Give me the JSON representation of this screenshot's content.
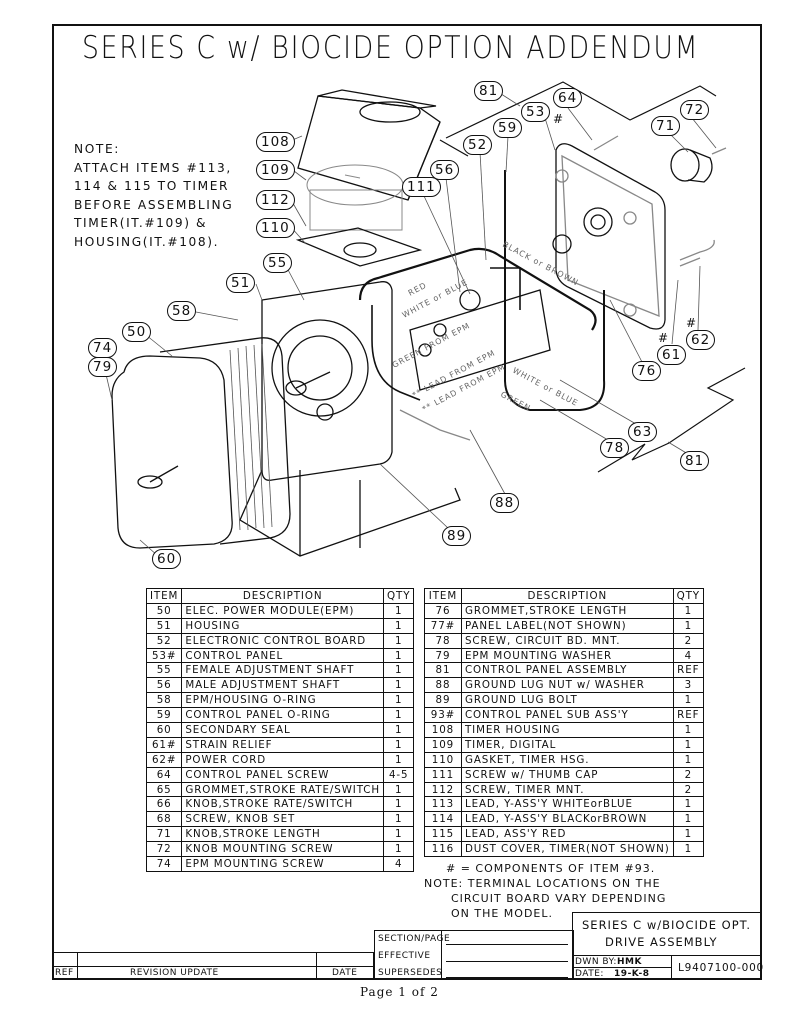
{
  "title": "SERIES C w/ BIOCIDE OPTION ADDENDUM",
  "note": {
    "lines": [
      "NOTE:",
      "ATTACH ITEMS #113,",
      "114 & 115 TO TIMER",
      "BEFORE ASSEMBLING",
      "TIMER(IT.#109) &",
      "HOUSING(IT.#108)."
    ]
  },
  "diagram": {
    "callouts": [
      "108",
      "109",
      "112",
      "110",
      "55",
      "51",
      "58",
      "50",
      "74",
      "79",
      "60",
      "81",
      "64",
      "53",
      "59",
      "52",
      "56",
      "111",
      "72",
      "71",
      "61",
      "62",
      "76",
      "63",
      "78",
      "81",
      "88",
      "89"
    ],
    "component_mark": "#",
    "wire_labels": [
      "RED",
      "WHITE or BLUE",
      "BLACK or BROWN",
      "GREEN FROM EPM",
      "** LEAD FROM EPM",
      "** LEAD FROM EPM",
      "WHITE or BLUE",
      "GREEN"
    ]
  },
  "parts_table_left": {
    "headers": [
      "ITEM",
      "DESCRIPTION",
      "QTY"
    ],
    "rows": [
      [
        "50",
        "ELEC. POWER MODULE(EPM)",
        "1"
      ],
      [
        "51",
        "HOUSING",
        "1"
      ],
      [
        "52",
        "ELECTRONIC CONTROL BOARD",
        "1"
      ],
      [
        "53#",
        "CONTROL PANEL",
        "1"
      ],
      [
        "55",
        "FEMALE ADJUSTMENT SHAFT",
        "1"
      ],
      [
        "56",
        "MALE ADJUSTMENT SHAFT",
        "1"
      ],
      [
        "58",
        "EPM/HOUSING O-RING",
        "1"
      ],
      [
        "59",
        "CONTROL PANEL O-RING",
        "1"
      ],
      [
        "60",
        "SECONDARY SEAL",
        "1"
      ],
      [
        "61#",
        "STRAIN RELIEF",
        "1"
      ],
      [
        "62#",
        "POWER CORD",
        "1"
      ],
      [
        "64",
        "CONTROL PANEL SCREW",
        "4-5"
      ],
      [
        "65",
        "GROMMET,STROKE RATE/SWITCH",
        "1"
      ],
      [
        "66",
        "KNOB,STROKE RATE/SWITCH",
        "1"
      ],
      [
        "68",
        "SCREW, KNOB SET",
        "1"
      ],
      [
        "71",
        "KNOB,STROKE LENGTH",
        "1"
      ],
      [
        "72",
        "KNOB MOUNTING SCREW",
        "1"
      ],
      [
        "74",
        "EPM MOUNTING SCREW",
        "4"
      ]
    ]
  },
  "parts_table_right": {
    "headers": [
      "ITEM",
      "DESCRIPTION",
      "QTY"
    ],
    "rows": [
      [
        "76",
        "GROMMET,STROKE LENGTH",
        "1"
      ],
      [
        "77#",
        "PANEL LABEL(NOT SHOWN)",
        "1"
      ],
      [
        "78",
        "SCREW, CIRCUIT BD. MNT.",
        "2"
      ],
      [
        "79",
        "EPM MOUNTING WASHER",
        "4"
      ],
      [
        "81",
        "CONTROL PANEL ASSEMBLY",
        "REF"
      ],
      [
        "88",
        "GROUND LUG NUT w/ WASHER",
        "3"
      ],
      [
        "89",
        "GROUND LUG BOLT",
        "1"
      ],
      [
        "93#",
        "CONTROL PANEL SUB ASS'Y",
        "REF"
      ],
      [
        "108",
        "TIMER HOUSING",
        "1"
      ],
      [
        "109",
        "TIMER, DIGITAL",
        "1"
      ],
      [
        "110",
        "GASKET, TIMER HSG.",
        "1"
      ],
      [
        "111",
        "SCREW w/ THUMB CAP",
        "2"
      ],
      [
        "112",
        "SCREW, TIMER MNT.",
        "2"
      ],
      [
        "113",
        "LEAD, Y-ASS'Y WHITEorBLUE",
        "1"
      ],
      [
        "114",
        "LEAD, Y-ASS'Y BLACKorBROWN",
        "1"
      ],
      [
        "115",
        "LEAD, ASS'Y RED",
        "1"
      ],
      [
        "116",
        "DUST COVER, TIMER(NOT SHOWN)",
        "1"
      ]
    ]
  },
  "footnote": {
    "legend": "# = COMPONENTS OF ITEM #93.",
    "note_lines": [
      "NOTE: TERMINAL LOCATIONS ON THE",
      "      CIRCUIT BOARD VARY DEPENDING",
      "      ON THE MODEL."
    ]
  },
  "title_block": {
    "drawing_title_line1": "SERIES C w/BIOCIDE OPT.",
    "drawing_title_line2": "DRIVE ASSEMBLY",
    "section_page_label": "SECTION/PAGE",
    "effective_label": "EFFECTIVE",
    "supersedes_label": "SUPERSEDES",
    "drawn_by_label": "DWN BY:",
    "drawn_by": "HMK",
    "date_label": "DATE:",
    "date": "19-K-8",
    "drawing_number": "L9407100-000",
    "revision": {
      "ref_label": "REF",
      "update_label": "REVISION UPDATE",
      "date_label": "DATE"
    }
  },
  "page_footer": "Page 1 of 2"
}
